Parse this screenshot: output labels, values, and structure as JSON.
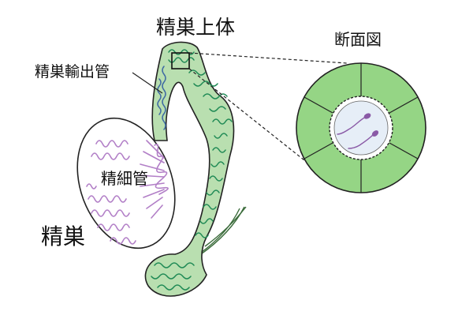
{
  "labels": {
    "epididymis": "精巣上体",
    "efferent_ducts": "精巣輸出管",
    "seminiferous_tubules": "精細管",
    "testis": "精巣",
    "cross_section": "断面図"
  },
  "colors": {
    "epididymis_fill": "#b9dfb0",
    "epididymis_coil": "#1f8a55",
    "efferent_coil": "#3f6aa3",
    "tubule_coil": "#b27fc7",
    "section_ring": "#95d585",
    "section_lumen": "#e6eef7",
    "sperm": "#8a5aa6"
  }
}
